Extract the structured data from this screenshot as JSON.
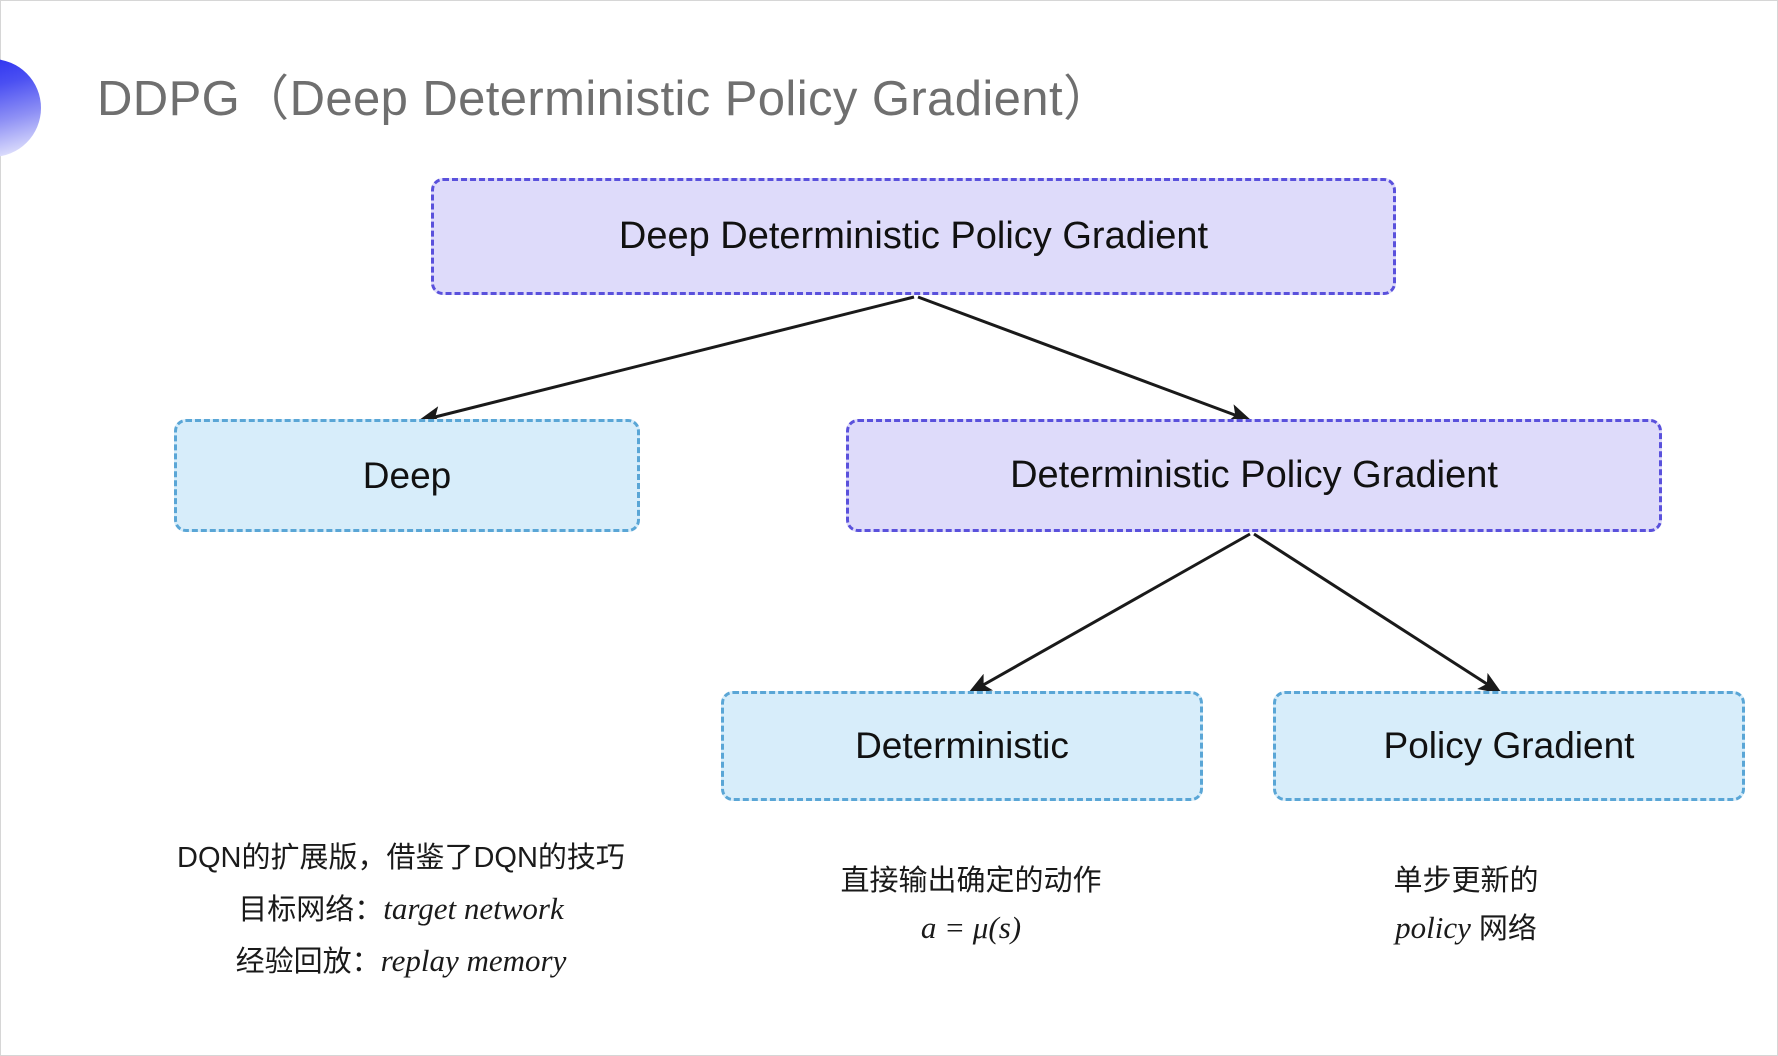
{
  "slide": {
    "title": "DDPG（Deep Deterministic Policy Gradient）",
    "background_color": "#ffffff",
    "accent_color": "#2a2ff0"
  },
  "decoration": {
    "shape": "half-circle-gradient",
    "gradient_from": "#2a2ff0",
    "gradient_to": "#ffffff"
  },
  "diagram": {
    "type": "tree",
    "colors": {
      "purple_fill": "#dedbfa",
      "purple_border": "#5a51dc",
      "blue_fill": "#d7edfa",
      "blue_border": "#5aa6d6",
      "arrow": "#1a1a1a"
    },
    "nodes": [
      {
        "id": "root",
        "label": "Deep Deterministic Policy Gradient",
        "style": "purple"
      },
      {
        "id": "deep",
        "label": "Deep",
        "style": "blue"
      },
      {
        "id": "dpg",
        "label": "Deterministic Policy Gradient",
        "style": "purple"
      },
      {
        "id": "deterministic",
        "label": "Deterministic",
        "style": "blue"
      },
      {
        "id": "policy_gradient",
        "label": "Policy Gradient",
        "style": "blue"
      }
    ],
    "edges": [
      {
        "from": "root",
        "to": "deep"
      },
      {
        "from": "root",
        "to": "dpg"
      },
      {
        "from": "dpg",
        "to": "deterministic"
      },
      {
        "from": "dpg",
        "to": "policy_gradient"
      }
    ]
  },
  "annotations": {
    "deep": {
      "line1": "DQN的扩展版，借鉴了DQN的技巧",
      "line2_label": "目标网络：",
      "line2_term": "target network",
      "line3_label": "经验回放：",
      "line3_term": "replay memory"
    },
    "deterministic": {
      "line1": "直接输出确定的动作",
      "line2": "a = μ(s)"
    },
    "policy_gradient": {
      "line1": "单步更新的",
      "line2_term": "policy",
      "line2_suffix": " 网络"
    }
  }
}
